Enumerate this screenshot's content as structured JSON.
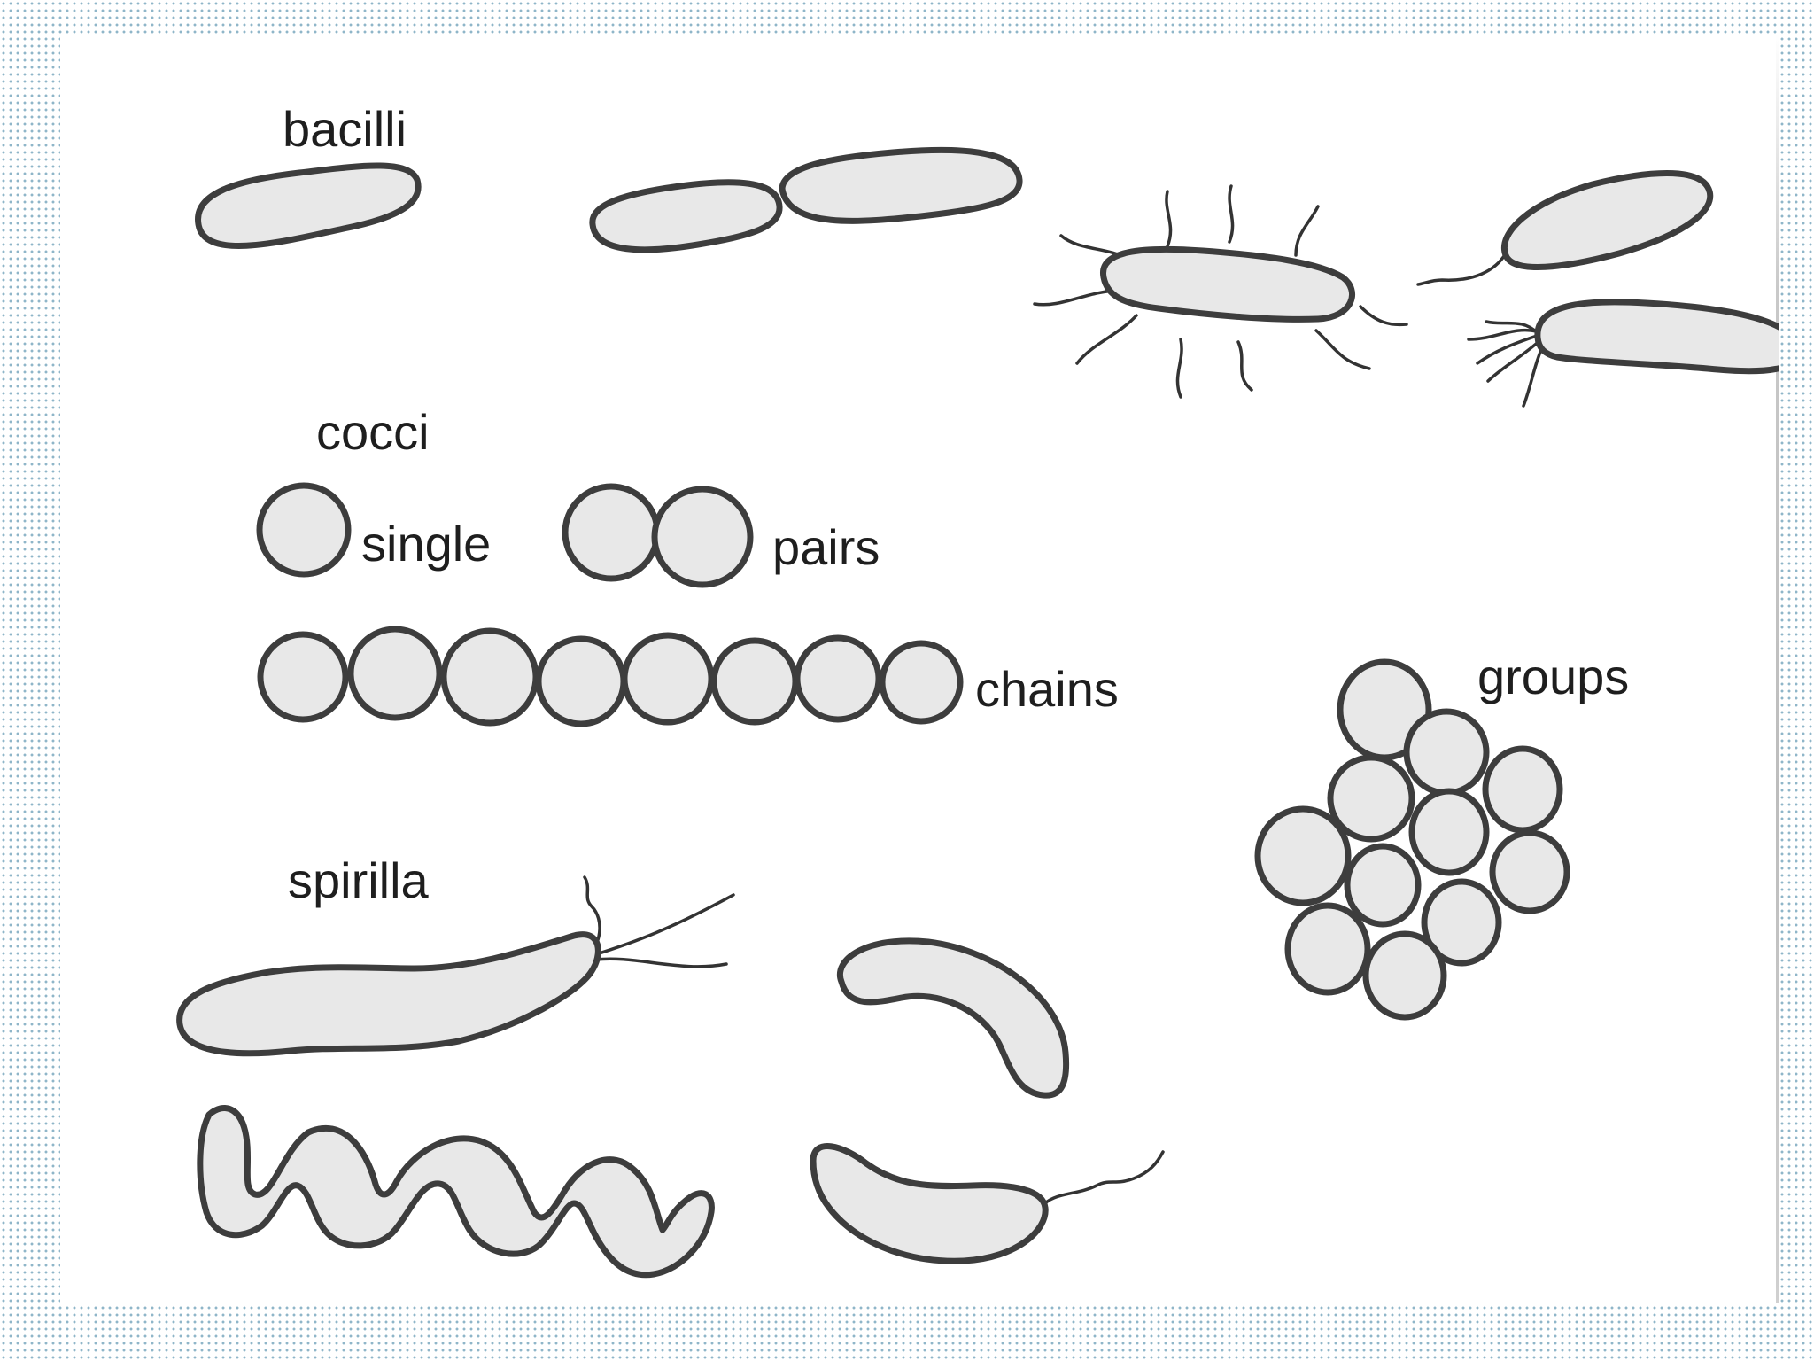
{
  "labels": {
    "bacilli": "bacilli",
    "cocci": "cocci",
    "single": "single",
    "pairs": "pairs",
    "chains": "chains",
    "groups": "groups",
    "spirilla": "spirilla"
  },
  "colors": {
    "background_dots": "#8fb6c9",
    "panel": "#ffffff",
    "cell_fill": "#e8e8e8",
    "cell_outline": "#3d3d3d",
    "text": "#1e1e1e"
  }
}
